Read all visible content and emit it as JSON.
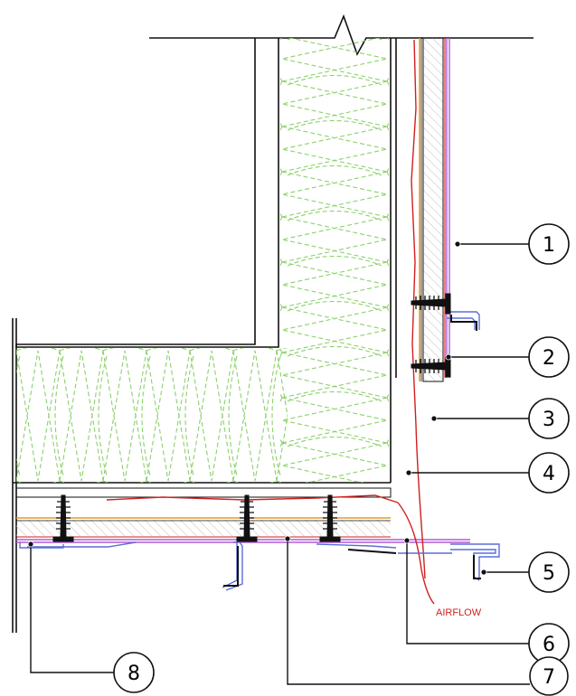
{
  "callouts": [
    {
      "label": "1"
    },
    {
      "label": "2"
    },
    {
      "label": "3"
    },
    {
      "label": "4"
    },
    {
      "label": "5"
    },
    {
      "label": "6"
    },
    {
      "label": "7"
    },
    {
      "label": "8"
    }
  ],
  "annotations": {
    "airflow": "AIRFLOW"
  },
  "colors": {
    "insulation": "#8bd16a",
    "airflow": "#d21f1f",
    "membrane": "#e29a2b",
    "cladding": "#b15bd6",
    "flashing": "#5a6fd6",
    "line": "#111111"
  }
}
